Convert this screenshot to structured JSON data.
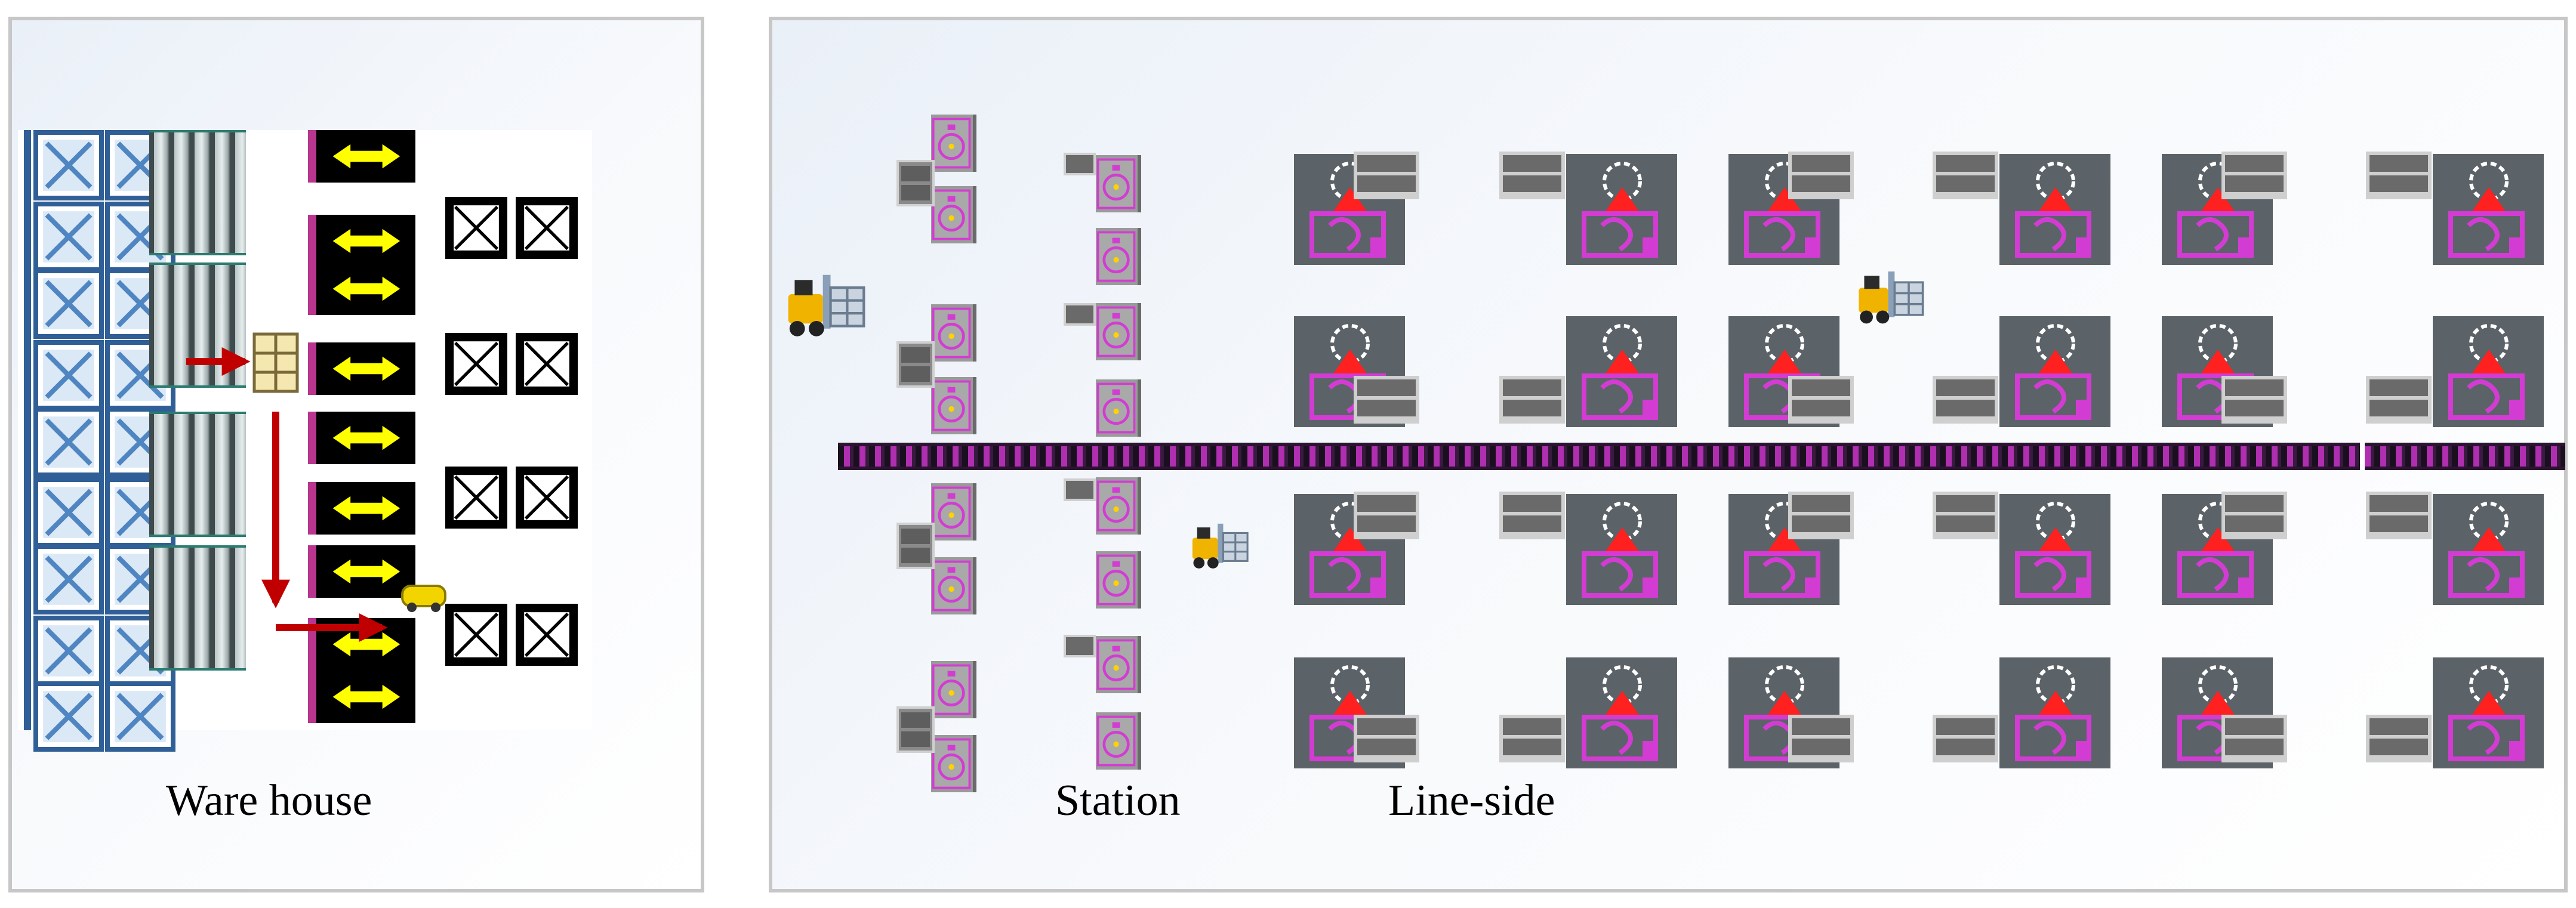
{
  "labels": {
    "warehouse": "Ware house",
    "station": "Station",
    "lineside": "Line-side"
  },
  "colors": {
    "panel_border": "#c7c7c7",
    "rack_blue": "#2f5f96",
    "arrow_red": "#c00000",
    "dock_yellow": "#ffff00",
    "conveyor_magenta": "#b02fb0",
    "machine_gray": "#5b6268",
    "machine_magenta": "#d33cd3"
  },
  "icons": {
    "rack": "rack-x-icon",
    "roller": "roller-conveyor-icon",
    "dock": "double-arrow-dock-icon",
    "box": "crossed-box-icon",
    "forklift": "forklift-icon",
    "station": "station-icon",
    "machine": "workstation-machine-icon",
    "tray": "shelf-tray-icon",
    "agv": "agv-icon",
    "scanner": "grid-scanner-icon"
  }
}
